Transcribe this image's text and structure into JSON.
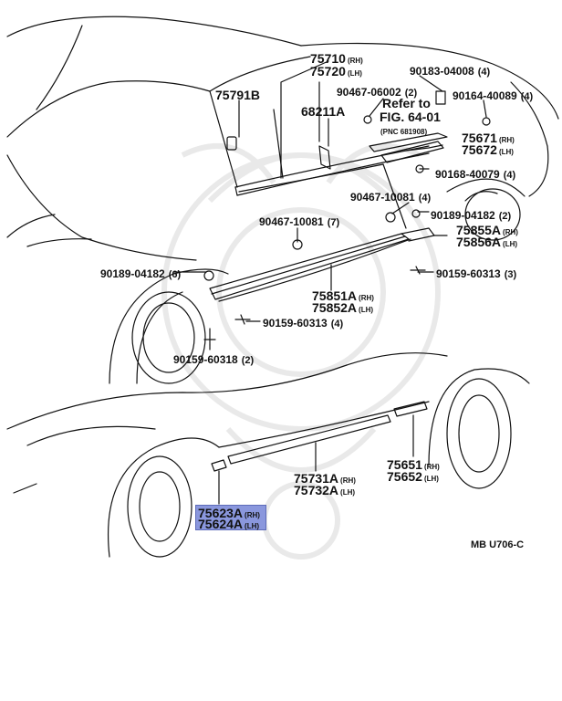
{
  "callouts": {
    "p75710": {
      "number": "75710",
      "suffix": "(RH)"
    },
    "p75720": {
      "number": "75720",
      "suffix": "(LH)"
    },
    "p75791b": {
      "number": "75791B"
    },
    "p90183": {
      "number": "90183-04008",
      "qty": "(4)"
    },
    "p90467_06002": {
      "number": "90467-06002",
      "qty": "(2)"
    },
    "p90164": {
      "number": "90164-40089",
      "qty": "(4)"
    },
    "p68211a": {
      "number": "68211A"
    },
    "refer": {
      "line1": "Refer to",
      "line2": "FIG. 64-01",
      "pnc": "(PNC 681908)"
    },
    "p75671": {
      "number": "75671",
      "suffix": "(RH)"
    },
    "p75672": {
      "number": "75672",
      "suffix": "(LH)"
    },
    "p90168": {
      "number": "90168-40079",
      "qty": "(4)"
    },
    "p90467_10081_4": {
      "number": "90467-10081",
      "qty": "(4)"
    },
    "p90189_2": {
      "number": "90189-04182",
      "qty": "(2)"
    },
    "p90467_10081_7": {
      "number": "90467-10081",
      "qty": "(7)"
    },
    "p75855a": {
      "number": "75855A",
      "suffix": "(RH)"
    },
    "p75856a": {
      "number": "75856A",
      "suffix": "(LH)"
    },
    "p90189_6": {
      "number": "90189-04182",
      "qty": "(6)"
    },
    "p90159_3": {
      "number": "90159-60313",
      "qty": "(3)"
    },
    "p75851a": {
      "number": "75851A",
      "suffix": "(RH)"
    },
    "p75852a": {
      "number": "75852A",
      "suffix": "(LH)"
    },
    "p90159_4": {
      "number": "90159-60313",
      "qty": "(4)"
    },
    "p90159_60318": {
      "number": "90159-60318",
      "qty": "(2)"
    },
    "p75651": {
      "number": "75651",
      "suffix": "(RH)"
    },
    "p75652": {
      "number": "75652",
      "suffix": "(LH)"
    },
    "p75731a": {
      "number": "75731A",
      "suffix": "(RH)"
    },
    "p75732a": {
      "number": "75732A",
      "suffix": "(LH)"
    },
    "p75623a": {
      "number": "75623A",
      "suffix": "(RH)"
    },
    "p75624a": {
      "number": "75624A",
      "suffix": "(LH)"
    }
  },
  "figure_code": "MB U706-C",
  "colors": {
    "line": "#111111",
    "watermark": "#e9e9e9",
    "highlight_fill": "#8a97dd",
    "highlight_border": "#5d6bb8"
  }
}
